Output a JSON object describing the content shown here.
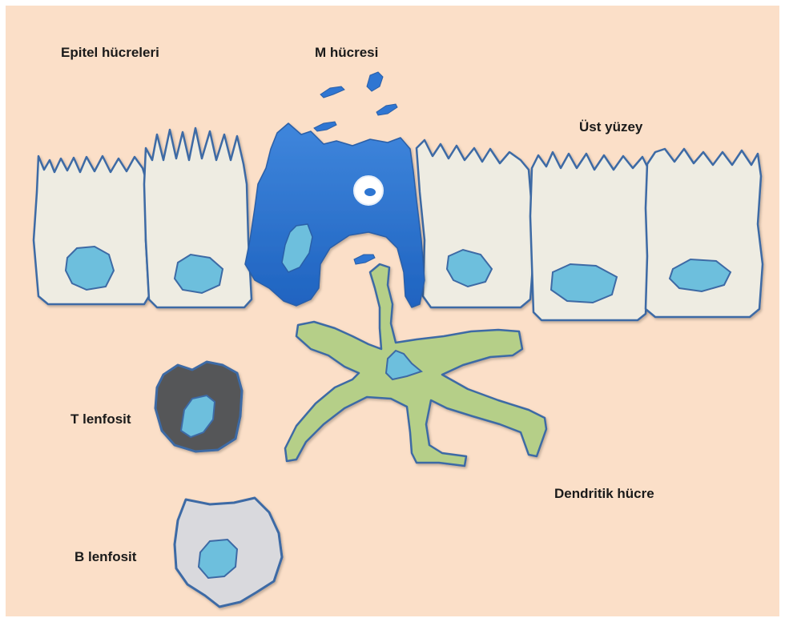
{
  "labels": {
    "epithelial": "Epitel hücreleri",
    "m_cell": "M hücresi",
    "top_surface": "Üst yüzey",
    "t_cell": "T lenfosit",
    "b_cell": "B lenfosit",
    "dendritic": "Dendritik hücre"
  },
  "colors": {
    "background": "#fbdfc8",
    "epithelial_fill": "#eeece2",
    "cell_outline": "#3d6aa5",
    "nucleus": "#6dbfdd",
    "m_cell": "#2f76d2",
    "dendritic": "#b5cf88",
    "t_cell": "#555759",
    "b_cell": "#d9d9dd"
  }
}
